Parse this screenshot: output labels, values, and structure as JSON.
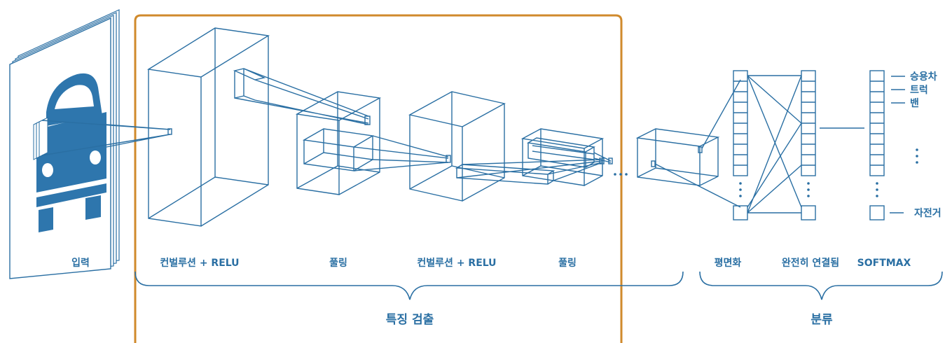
{
  "labels": {
    "input": "입력",
    "conv1": "컨벌루션 + RELU",
    "pool1": "풀링",
    "conv2": "컨벌루션 + RELU",
    "pool2": "풀링",
    "flatten": "평면화",
    "fully_connected": "완전히 연결됨",
    "softmax": "SOFTMAX",
    "feature_extraction": "특징 검출",
    "classification": "분류"
  },
  "classes": [
    "승용차",
    "트럭",
    "밴",
    "자전거"
  ],
  "colors": {
    "line": "#2a6fa3",
    "car_icon": "#2e76ad",
    "highlight_box": "#d08a2c",
    "text": "#2a6fa3"
  },
  "icons": {
    "input_image": "car-icon"
  }
}
